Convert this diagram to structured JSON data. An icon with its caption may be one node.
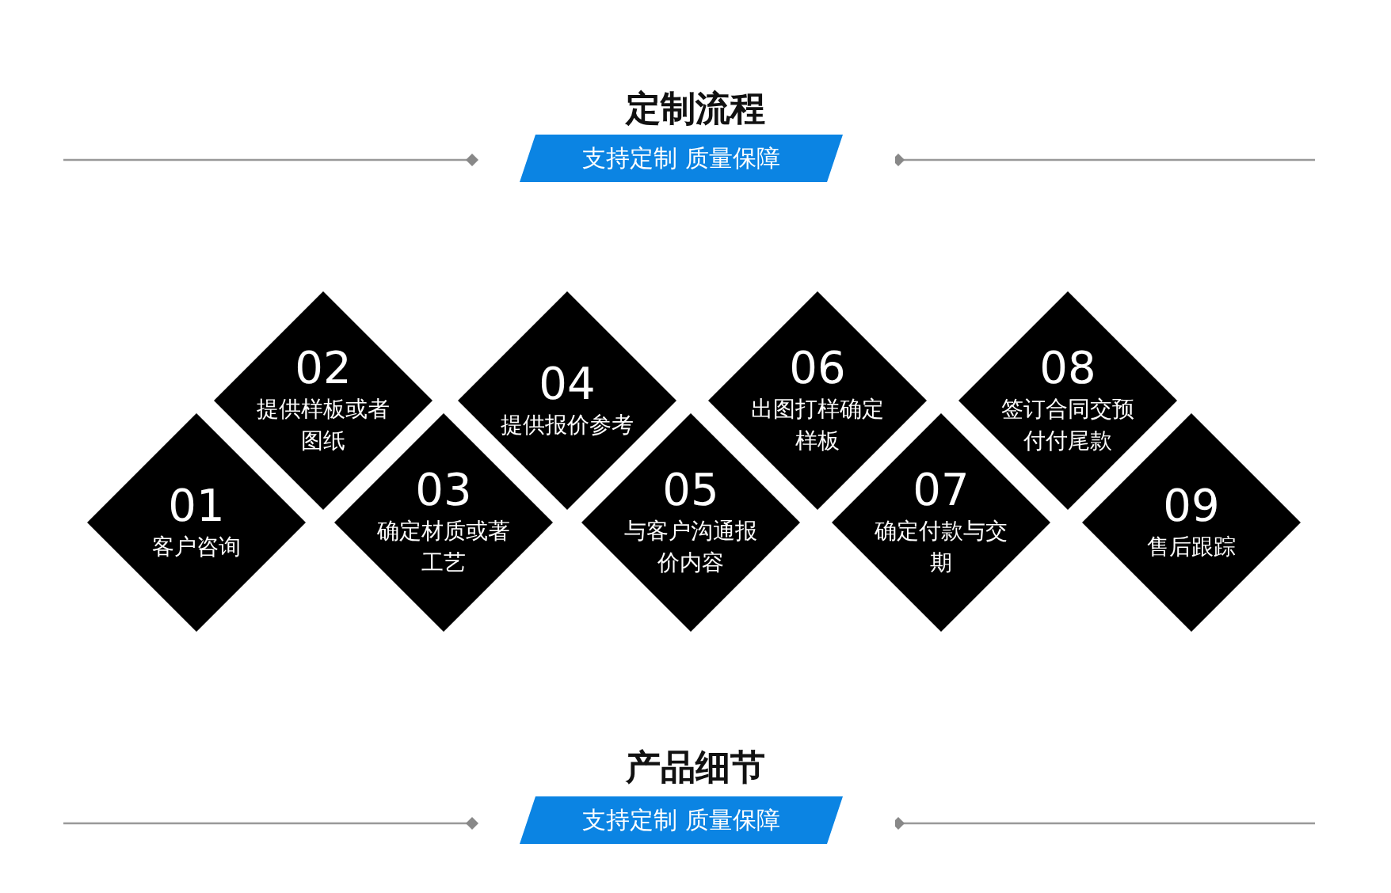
{
  "diagram": {
    "title": "定制流程",
    "nodes": [
      {
        "text": [
          "支持定制 质量保障"
        ]
      },
      {
        "text": [
          "01",
          "客户咨询"
        ]
      },
      {
        "text": [
          "02",
          "提供样板或者图纸"
        ]
      },
      {
        "text": [
          "03",
          "确定材质或著工艺"
        ]
      },
      {
        "text": [
          "04",
          "提供报价参考"
        ]
      },
      {
        "text": [
          "05",
          "与客户沟通报价内容"
        ]
      },
      {
        "text": [
          "06",
          "出图打样确定样板"
        ]
      },
      {
        "text": [
          "07",
          "确定付款与交期"
        ]
      },
      {
        "text": [
          "08",
          "签订合同交预付付尾款"
        ]
      },
      {
        "text": [
          "09",
          "售后跟踪"
        ]
      },
      {
        "text": [
          "支持定制 质量保障"
        ]
      }
    ],
    "labels": [
      "产品细节"
    ]
  }
}
